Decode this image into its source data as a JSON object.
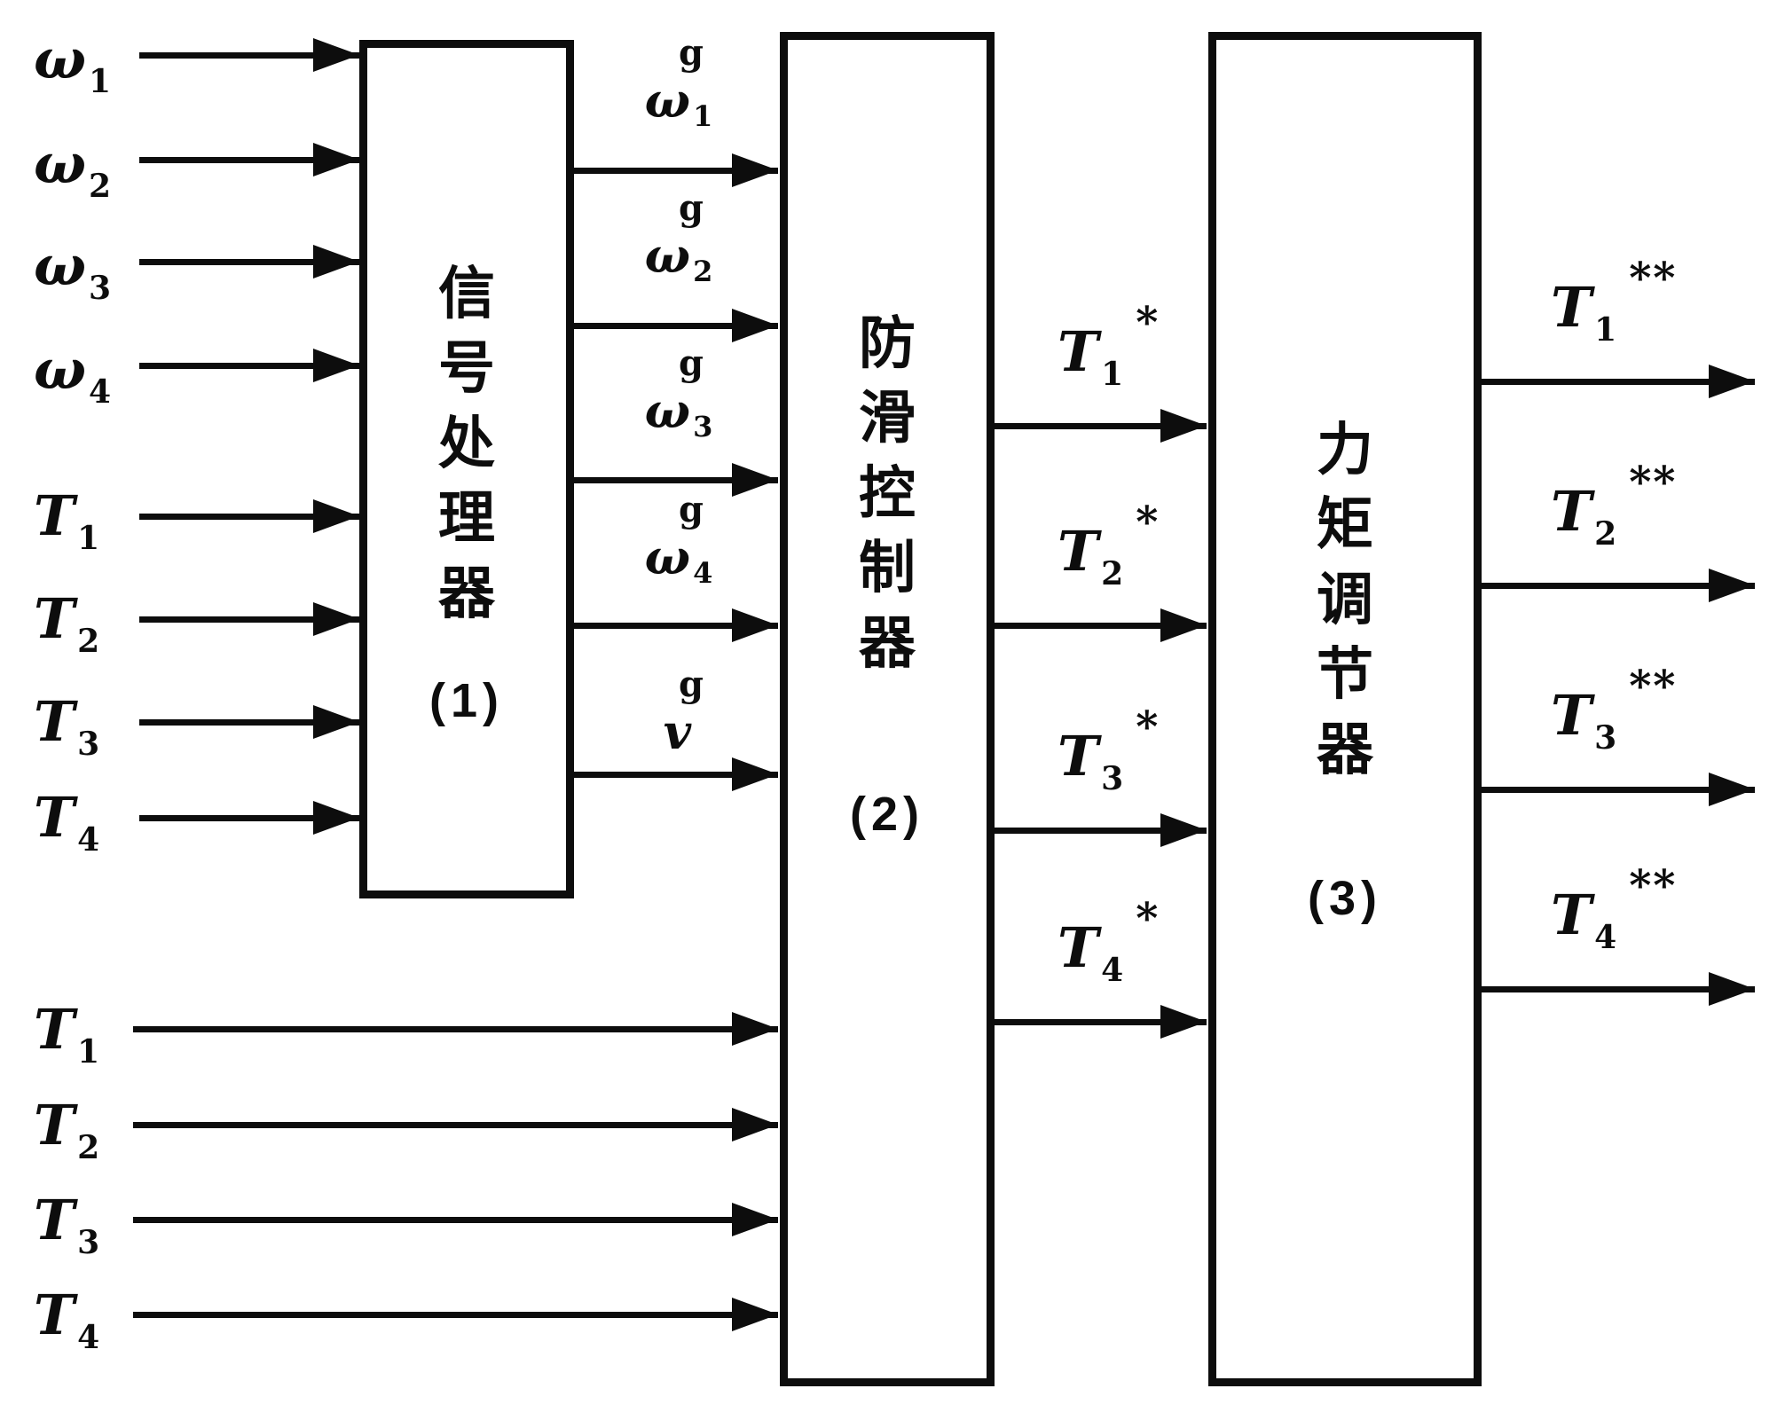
{
  "figure": {
    "type": "patent-style block diagram",
    "description_visible_text_only": true
  },
  "colors": {
    "ink": "#0d0d0d",
    "paper": "#ffffff"
  },
  "blocks": [
    {
      "title": "信号处理器",
      "number": "(1)"
    },
    {
      "title": "防滑控制器",
      "number": "(2)"
    },
    {
      "title": "力矩调节器",
      "number": "(3)"
    }
  ],
  "inputs_top": [
    {
      "symbol": "ω",
      "sub": "1"
    },
    {
      "symbol": "ω",
      "sub": "2"
    },
    {
      "symbol": "ω",
      "sub": "3"
    },
    {
      "symbol": "ω",
      "sub": "4"
    },
    {
      "symbol": "T",
      "sub": "1"
    },
    {
      "symbol": "T",
      "sub": "2"
    },
    {
      "symbol": "T",
      "sub": "3"
    },
    {
      "symbol": "T",
      "sub": "4"
    }
  ],
  "inputs_bottom": [
    {
      "symbol": "T",
      "sub": "1"
    },
    {
      "symbol": "T",
      "sub": "2"
    },
    {
      "symbol": "T",
      "sub": "3"
    },
    {
      "symbol": "T",
      "sub": "4"
    }
  ],
  "mid_signals": [
    {
      "sup": "g",
      "symbol": "ω",
      "sub": "1"
    },
    {
      "sup": "g",
      "symbol": "ω",
      "sub": "2"
    },
    {
      "sup": "g",
      "symbol": "ω",
      "sub": "3"
    },
    {
      "sup": "g",
      "symbol": "ω",
      "sub": "4"
    },
    {
      "sup": "g",
      "symbol": "v",
      "sub": ""
    }
  ],
  "stage2_outputs": [
    {
      "symbol": "T",
      "sub": "1",
      "sup": "*"
    },
    {
      "symbol": "T",
      "sub": "2",
      "sup": "*"
    },
    {
      "symbol": "T",
      "sub": "3",
      "sup": "*"
    },
    {
      "symbol": "T",
      "sub": "4",
      "sup": "*"
    }
  ],
  "stage3_outputs": [
    {
      "symbol": "T",
      "sub": "1",
      "sup": "**"
    },
    {
      "symbol": "T",
      "sub": "2",
      "sup": "**"
    },
    {
      "symbol": "T",
      "sub": "3",
      "sup": "**"
    },
    {
      "symbol": "T",
      "sub": "4",
      "sup": "**"
    }
  ]
}
